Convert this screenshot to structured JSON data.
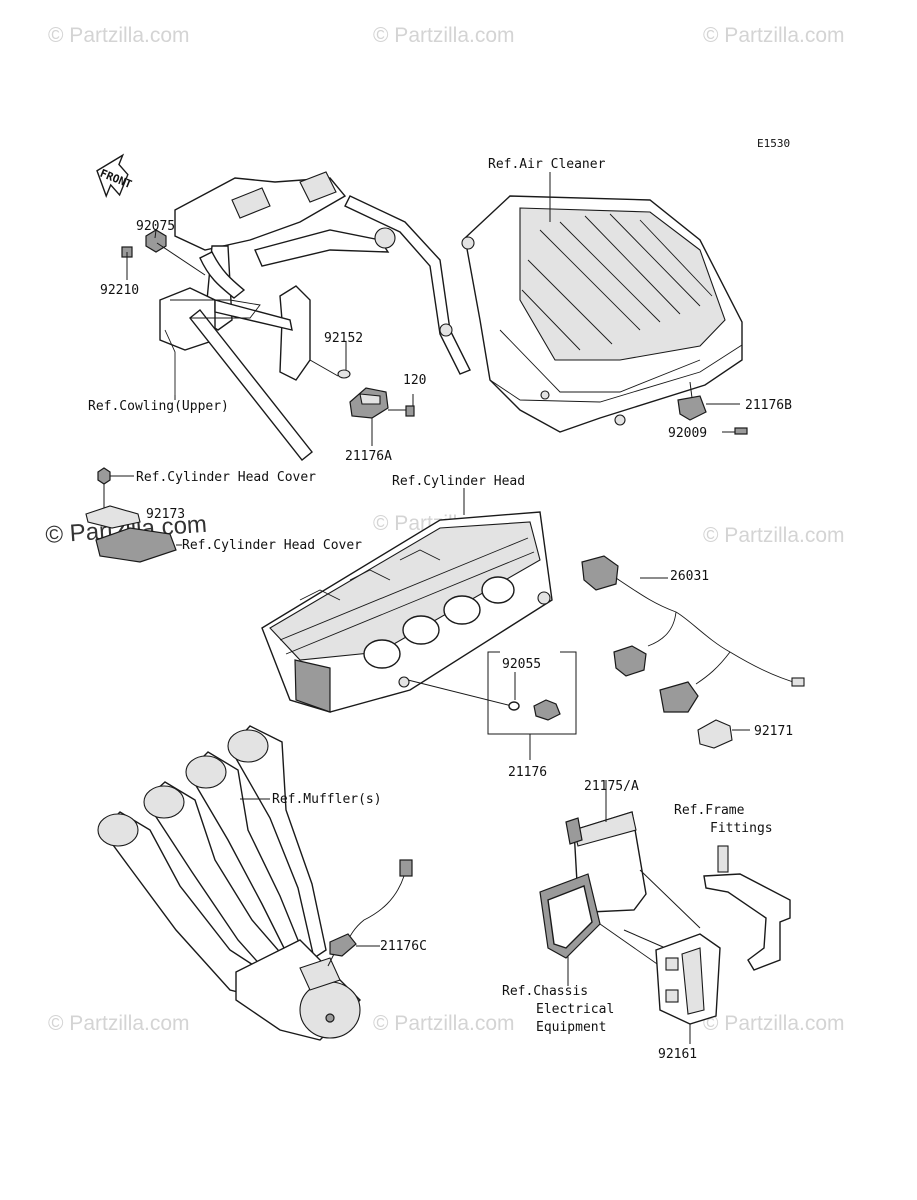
{
  "diagram_code": "E1530",
  "watermark": "© Partzilla.com",
  "front_arrow_label": "FRONT",
  "labels": {
    "p92075": "92075",
    "p92210": "92210",
    "p92152": "92152",
    "p120": "120",
    "ref_cowling": "Ref.Cowling(Upper)",
    "p21176A": "21176A",
    "ref_air_cleaner": "Ref.Air Cleaner",
    "p21176B": "21176B",
    "p92009": "92009",
    "ref_cyl_head_cover_1": "Ref.Cylinder Head Cover",
    "p92173": "92173",
    "ref_cyl_head_cover_2": "Ref.Cylinder Head Cover",
    "ref_cyl_head": "Ref.Cylinder Head",
    "p26031": "26031",
    "p92055": "92055",
    "p21176": "21176",
    "p92171": "92171",
    "ref_muffler": "Ref.Muffler(s)",
    "p21175A": "21175/A",
    "ref_frame_1": "Ref.Frame",
    "ref_frame_2": "Fittings",
    "p21176C": "21176C",
    "ref_chassis_1": "Ref.Chassis",
    "ref_chassis_2": "Electrical",
    "ref_chassis_3": "Equipment",
    "p92161": "92161"
  }
}
